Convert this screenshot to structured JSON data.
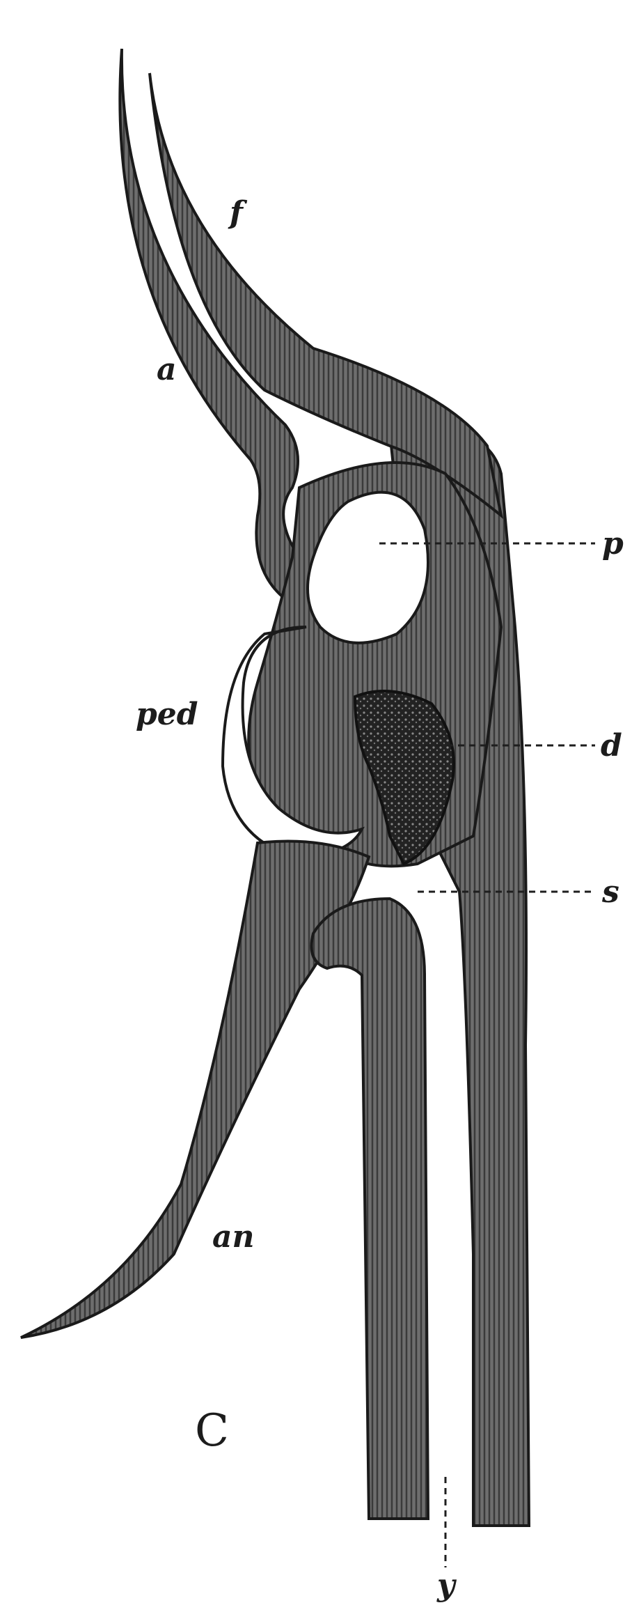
{
  "figure": {
    "panel_letter": "C",
    "labels": {
      "f": "f",
      "a": "a",
      "ped": "ped",
      "an": "an",
      "p": "p",
      "d": "d",
      "s": "s",
      "y": "y"
    }
  }
}
